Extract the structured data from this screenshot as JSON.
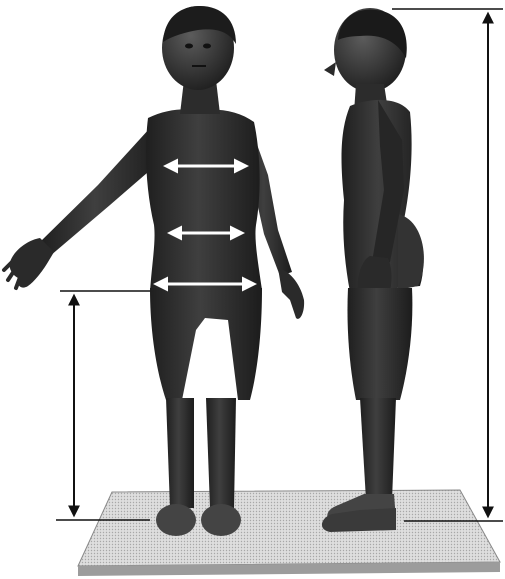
{
  "scene": {
    "background_color": "#ffffff",
    "figure_color": "#2e2e2e",
    "figure_highlight": "#5a5a5a",
    "platform_top_color": "#d6d6d6",
    "platform_edge_color": "#9a9a9a",
    "measure_line_color": "#111111",
    "width_arrow_color": "#ffffff"
  },
  "figures": [
    {
      "name": "front-view-body-model"
    },
    {
      "name": "side-view-body-model"
    }
  ],
  "measurements": [
    {
      "name": "chest-width"
    },
    {
      "name": "waist-width"
    },
    {
      "name": "hip-width"
    },
    {
      "name": "leg-length"
    },
    {
      "name": "total-height"
    }
  ]
}
